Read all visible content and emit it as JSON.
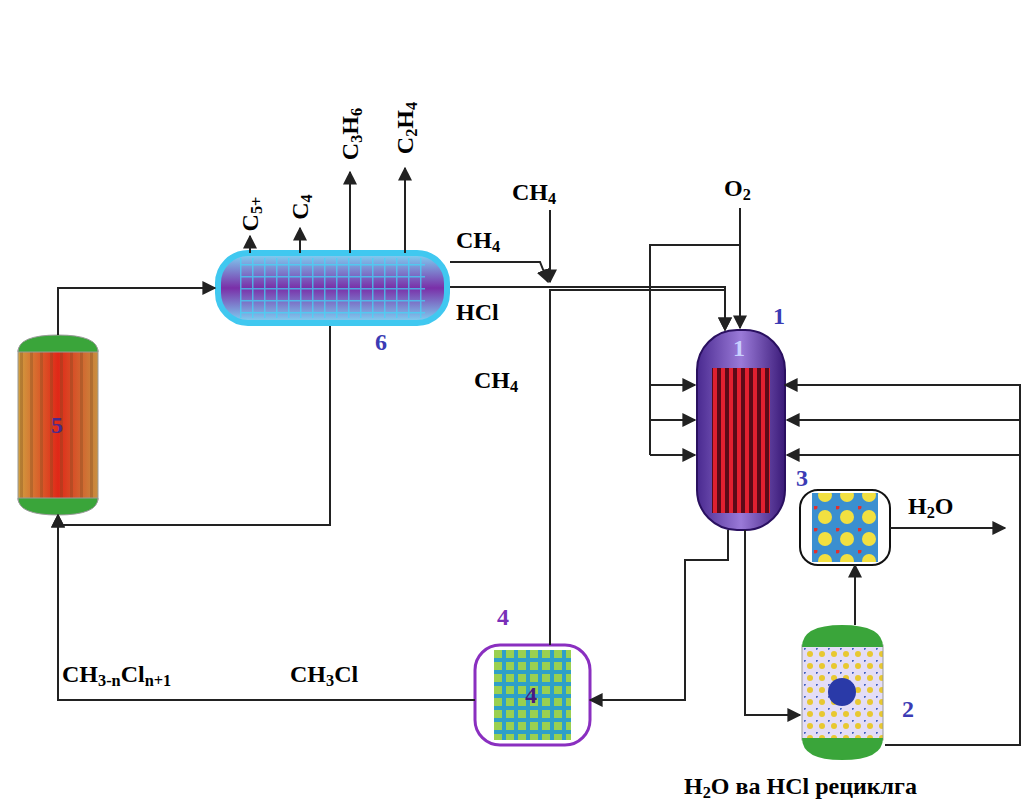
{
  "diagram": {
    "nodes": [
      {
        "text": [
          "5"
        ]
      },
      {
        "text": [
          "6"
        ]
      },
      {
        "text": [
          "1",
          "1"
        ]
      },
      {
        "text": [
          "3"
        ]
      },
      {
        "text": [
          "4",
          "4"
        ]
      },
      {
        "text": [
          "2"
        ]
      }
    ],
    "edges": [
      {
        "from": 0,
        "to": 1,
        "arrow": "to"
      },
      {
        "from": 1,
        "to": 0,
        "arrow": "to"
      },
      {
        "from": 4,
        "to": 0,
        "arrow": "to"
      },
      {
        "from": 1,
        "to": 2,
        "arrow": "to"
      },
      {
        "from": 4,
        "to": 2,
        "arrow": "to"
      },
      {
        "from": 2,
        "to": 4,
        "arrow": "to"
      },
      {
        "from": 2,
        "to": 5,
        "arrow": "to"
      },
      {
        "from": 5,
        "to": 3,
        "arrow": "to"
      },
      {
        "from": 5,
        "to": 2,
        "arrow": "to"
      }
    ],
    "labels": [
      "C5+",
      "C4",
      "C3H6",
      "C2H4",
      "CH4",
      "O2",
      "CH4",
      "HCl",
      "CH4",
      "H2O",
      "CH3-nCln+1",
      "CH3Cl",
      "H2O ва HCl рециклга"
    ]
  }
}
